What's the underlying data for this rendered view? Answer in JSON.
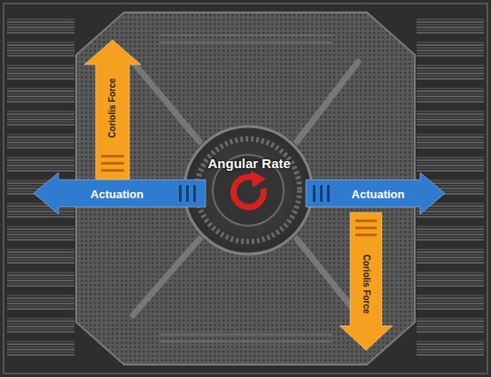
{
  "diagram": {
    "nodes": [
      {
        "text": [
          "Coriolis Force"
        ]
      },
      {
        "text": [
          "Actuation"
        ]
      },
      {
        "text": [
          "Actuation"
        ]
      },
      {
        "text": [
          "Coriolis Force"
        ]
      }
    ],
    "labels": [
      "Angular Rate"
    ]
  }
}
